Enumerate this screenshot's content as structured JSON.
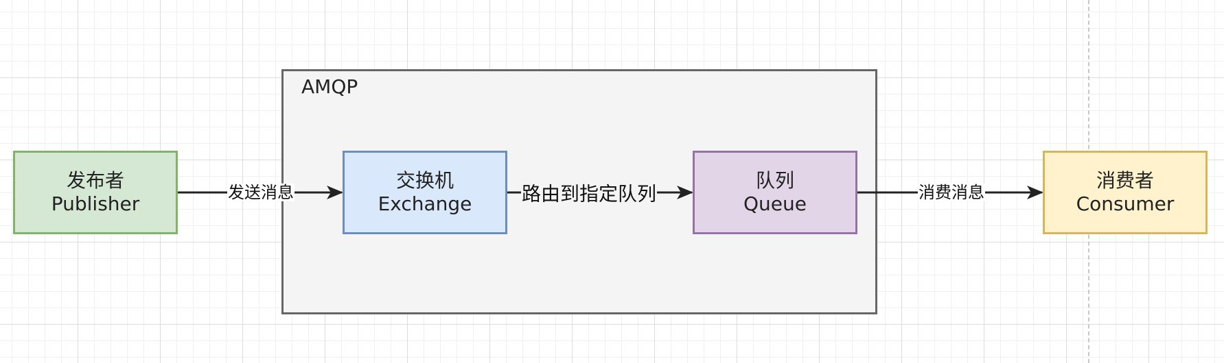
{
  "group": {
    "title": "AMQP"
  },
  "nodes": {
    "publisher": {
      "line1": "发布者",
      "line2": "Publisher",
      "fill": "#d5e8d4",
      "stroke": "#82b366"
    },
    "exchange": {
      "line1": "交换机",
      "line2": "Exchange",
      "fill": "#dae8fc",
      "stroke": "#6c8ebf"
    },
    "queue": {
      "line1": "队列",
      "line2": "Queue",
      "fill": "#e1d5e7",
      "stroke": "#9673a6"
    },
    "consumer": {
      "line1": "消费者",
      "line2": "Consumer",
      "fill": "#fff2cc",
      "stroke": "#d6b656"
    }
  },
  "edges": {
    "publisher_to_exchange": {
      "label": "发送消息"
    },
    "exchange_to_queue": {
      "label": "路由到指定队列"
    },
    "queue_to_consumer": {
      "label": "消费消息"
    }
  }
}
